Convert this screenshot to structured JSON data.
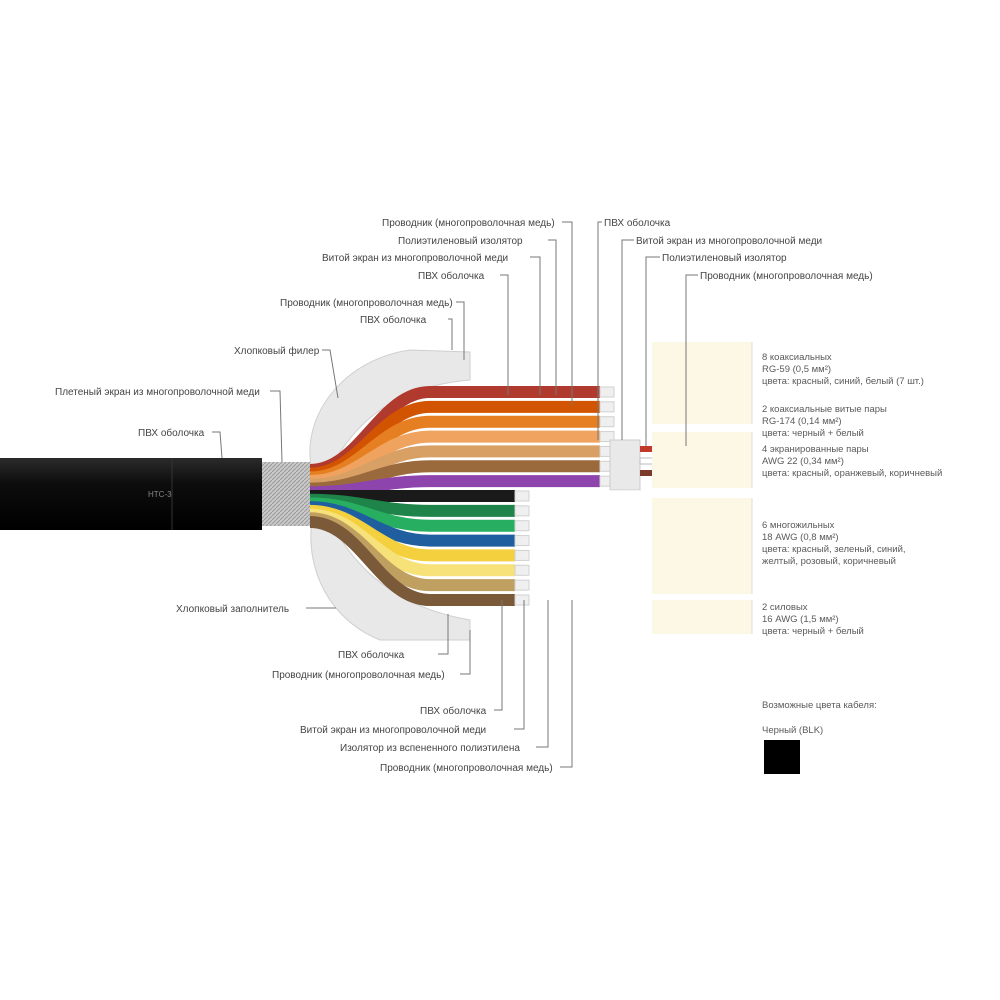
{
  "diagram": {
    "cable_marking": "HTC-3",
    "top_labels": [
      "Проводник (многопроволочная медь)",
      "Полиэтиленовый изолятор",
      "Витой экран из многопроволочной меди",
      "ПВХ оболочка",
      "Проводник (многопроволочная медь)",
      "ПВХ оболочка",
      "Хлопковый филер",
      "Плетеный экран из многопроволочной меди",
      "ПВХ оболочка"
    ],
    "right_top_labels": [
      "ПВХ оболочка",
      "Витой экран из многопроволочной меди",
      "Полиэтиленовый изолятор",
      "Проводник (многопроволочная медь)"
    ],
    "bottom_labels": [
      "Хлопковый заполнитель",
      "ПВХ оболочка",
      "Проводник (многопроволочная медь)",
      "ПВХ оболочка",
      "Витой экран из многопроволочной меди",
      "Изолятор из вспененного полиэтилена",
      "Проводник (многопроволочная медь)"
    ],
    "group_descriptions": [
      {
        "lines": [
          "8 коаксиальных",
          "RG-59 (0,5 мм²)",
          "цвета: красный, синий, белый (7 шт.)"
        ]
      },
      {
        "lines": [
          "2 коаксиальные витые пары",
          "RG-174 (0,14 мм²)",
          "цвета: черный + белый"
        ]
      },
      {
        "lines": [
          "4 экранированные пары",
          "AWG 22 (0,34 мм²)",
          "цвета: красный, оранжевый, коричневый"
        ]
      },
      {
        "lines": [
          "6 многожильных",
          "18 AWG (0,8 мм²)",
          "цвета: красный, зеленый, синий,",
          "желтый, розовый, коричневый"
        ]
      },
      {
        "lines": [
          "2 силовых",
          "16 AWG (1,5 мм²)",
          "цвета: черный + белый"
        ]
      }
    ],
    "outer_color": {
      "heading": "Возможные цвета кабеля:",
      "name": "Черный (BLK)",
      "swatch": "#000000"
    },
    "wire_colors": [
      "#b03a2e",
      "#d35400",
      "#e67e22",
      "#f0a35e",
      "#d9a066",
      "#9a6a3c",
      "#8e44ad",
      "#1a1a1a",
      "#1e8449",
      "#27ae60",
      "#1f5fa0",
      "#f4d03f",
      "#f7e27a",
      "#c0a060",
      "#7b5a3a"
    ]
  }
}
